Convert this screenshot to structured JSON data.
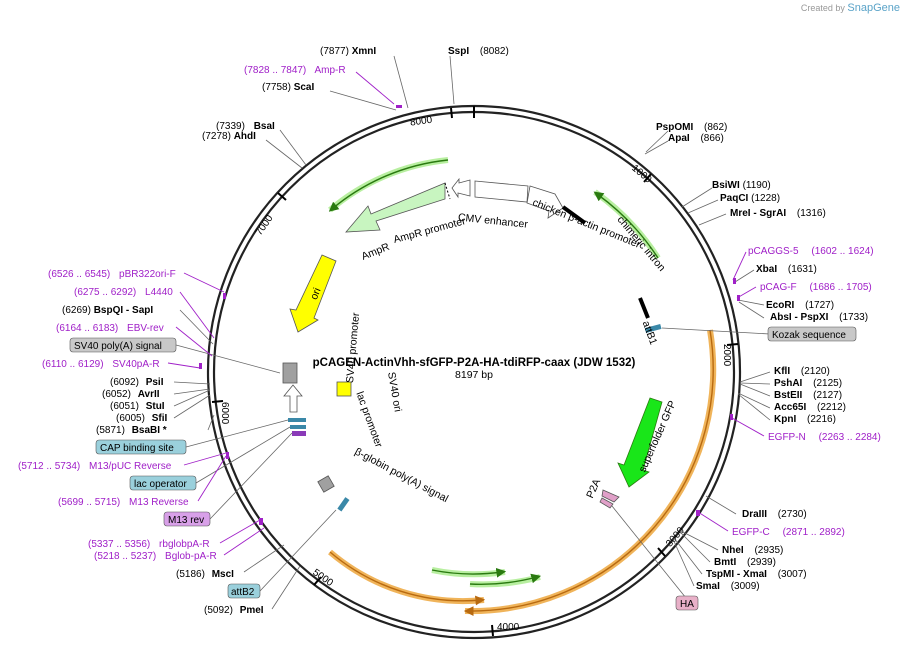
{
  "credit": {
    "prefix": "Created by",
    "brand": "SnapGene"
  },
  "plasmid": {
    "name": "pCAGEN-ActinVhh-sfGFP-P2A-HA-tdiRFP-caax (JDW 1532)",
    "size": "8197 bp"
  },
  "ticks": [
    "1000",
    "2000",
    "3000",
    "4000",
    "5000",
    "6000",
    "7000",
    "8000"
  ],
  "sites": [
    {
      "id": "xmni",
      "pos": "(7877)",
      "name": "XmnI"
    },
    {
      "id": "sspi",
      "pos": "(8082)",
      "name": "SspI"
    },
    {
      "id": "scai",
      "pos": "(7758)",
      "name": "ScaI"
    },
    {
      "id": "bsai",
      "pos": "(7339)",
      "name": "BsaI"
    },
    {
      "id": "ahdi",
      "pos": "(7278)",
      "name": "AhdI"
    },
    {
      "id": "pspomi",
      "pos": "(862)",
      "name": "PspOMI"
    },
    {
      "id": "apai",
      "pos": "(866)",
      "name": "ApaI"
    },
    {
      "id": "bsiwi",
      "pos": "(1190)",
      "name": "BsiWI"
    },
    {
      "id": "paqci",
      "pos": "(1228)",
      "name": "PaqCI"
    },
    {
      "id": "mrei",
      "pos": "(1316)",
      "name": "MreI - SgrAI"
    },
    {
      "id": "xbai",
      "pos": "(1631)",
      "name": "XbaI"
    },
    {
      "id": "ecori",
      "pos": "(1727)",
      "name": "EcoRI"
    },
    {
      "id": "absi",
      "pos": "(1733)",
      "name": "AbsI - PspXI"
    },
    {
      "id": "bspqi",
      "pos": "(6269)",
      "name": "BspQI - SapI"
    },
    {
      "id": "psii",
      "pos": "(6092)",
      "name": "PsiI"
    },
    {
      "id": "avrii",
      "pos": "(6052)",
      "name": "AvrII"
    },
    {
      "id": "stui",
      "pos": "(6051)",
      "name": "StuI"
    },
    {
      "id": "sfii",
      "pos": "(6005)",
      "name": "SfiI"
    },
    {
      "id": "bsabi",
      "pos": "(5871)",
      "name": "BsaBI *"
    },
    {
      "id": "kfli",
      "pos": "(2120)",
      "name": "KflI"
    },
    {
      "id": "pshai",
      "pos": "(2125)",
      "name": "PshAI"
    },
    {
      "id": "bsteii",
      "pos": "(2127)",
      "name": "BstEII"
    },
    {
      "id": "acc65i",
      "pos": "(2212)",
      "name": "Acc65I"
    },
    {
      "id": "kpni",
      "pos": "(2216)",
      "name": "KpnI"
    },
    {
      "id": "draiii",
      "pos": "(2730)",
      "name": "DraIII"
    },
    {
      "id": "nhei",
      "pos": "(2935)",
      "name": "NheI"
    },
    {
      "id": "bmti",
      "pos": "(2939)",
      "name": "BmtI"
    },
    {
      "id": "tspmi",
      "pos": "(3007)",
      "name": "TspMI - XmaI"
    },
    {
      "id": "smai",
      "pos": "(3009)",
      "name": "SmaI"
    },
    {
      "id": "msci",
      "pos": "(5186)",
      "name": "MscI"
    },
    {
      "id": "pmei",
      "pos": "(5092)",
      "name": "PmeI"
    }
  ],
  "primers": [
    {
      "id": "ampr",
      "pos": "(7828 .. 7847)",
      "name": "Amp-R"
    },
    {
      "id": "pbr322",
      "pos": "(6526 .. 6545)",
      "name": "pBR322ori-F"
    },
    {
      "id": "l4440",
      "pos": "(6275 .. 6292)",
      "name": "L4440"
    },
    {
      "id": "ebvrev",
      "pos": "(6164 .. 6183)",
      "name": "EBV-rev"
    },
    {
      "id": "sv40par",
      "pos": "(6110 .. 6129)",
      "name": "SV40pA-R"
    },
    {
      "id": "m13puc",
      "pos": "(5712 .. 5734)",
      "name": "M13/pUC Reverse"
    },
    {
      "id": "m13rev",
      "pos": "(5699 .. 5715)",
      "name": "M13 Reverse"
    },
    {
      "id": "rbglob",
      "pos": "(5337 .. 5356)",
      "name": "rbglobpA-R"
    },
    {
      "id": "bglob",
      "pos": "(5218 .. 5237)",
      "name": "Bglob-pA-R"
    },
    {
      "id": "pcaggs5",
      "pos": "(1602 .. 1624)",
      "name": "pCAGGS-5"
    },
    {
      "id": "pcagf",
      "pos": "(1686 .. 1705)",
      "name": "pCAG-F"
    },
    {
      "id": "egfpn",
      "pos": "(2263 .. 2284)",
      "name": "EGFP-N"
    },
    {
      "id": "egfpc",
      "pos": "(2871 .. 2892)",
      "name": "EGFP-C"
    }
  ],
  "boxes": {
    "sv40polya": "SV40 poly(A) signal",
    "cap": "CAP binding site",
    "lacop": "lac operator",
    "m13revbox": "M13 rev",
    "attb2": "attB2",
    "kozak": "Kozak sequence",
    "ha": "HA"
  },
  "features": {
    "ampr": "AmpR",
    "amprprom": "AmpR promoter",
    "cmv": "CMV enhancer",
    "chicken": "chicken β-actin promoter",
    "chimeric": "chimeric intron",
    "ori": "ori",
    "sv40prom": "SV40 promoter",
    "sv40ori": "SV40 ori",
    "lacprom": "lac promoter",
    "attb1": "attB1",
    "sfgfp": "superfolder GFP",
    "p2a": "P2A",
    "bglobin": "β-globin poly(A) signal"
  },
  "colors": {
    "primer": "#a020c8",
    "orf_green": "#9ddf6e",
    "orf_orange": "#f0b45a",
    "gfp": "#19e619",
    "ori": "#ffff00"
  }
}
